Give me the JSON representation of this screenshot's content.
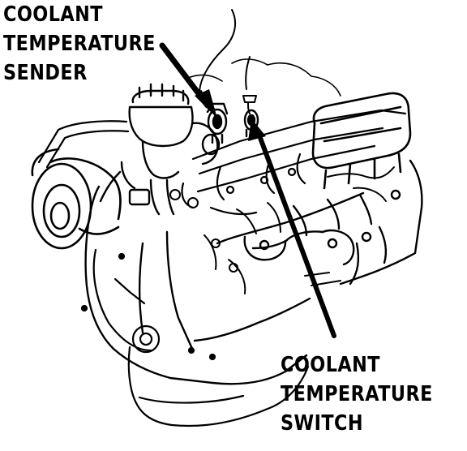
{
  "labels": {
    "sender": [
      "COOLANT",
      "TEMPERATURE",
      "SENDER"
    ],
    "switch": [
      "COOLANT",
      "TEMPERATURE",
      "SWITCH"
    ]
  },
  "colors": {
    "ink": "#000000",
    "paper": "#ffffff"
  }
}
